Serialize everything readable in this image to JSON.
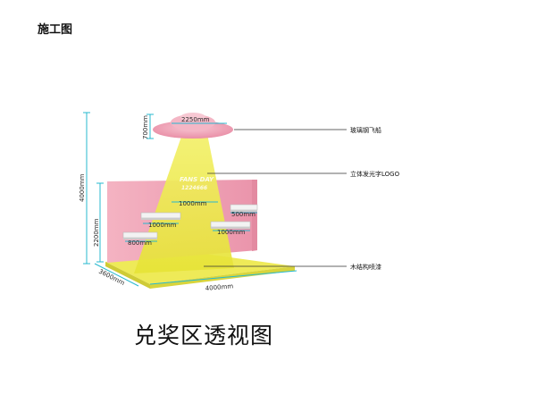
{
  "header": {
    "title": "施工图"
  },
  "caption": "兑奖区透视图",
  "logo_lines": [
    "FANS DAY",
    "1224666"
  ],
  "dimensions": {
    "total_height": "4000mm",
    "wall_height": "2200mm",
    "ufo_height": "700mm",
    "ufo_width": "2250mm",
    "depth": "3600mm",
    "width": "4000mm",
    "shelf_center": "1000mm",
    "shelf_left_top": "1000mm",
    "shelf_right_top": "500mm",
    "shelf_right_bottom": "1000mm",
    "shelf_left_bottom": "800mm"
  },
  "callouts": {
    "ufo": "玻璃钢飞船",
    "logo": "立体发光字LOGO",
    "structure": "木结构喷漆"
  },
  "colors": {
    "wall_pink": "#ee9fb4",
    "floor_yellow": "#eeea58",
    "beam_yellow": "#ecea3e",
    "ufo_pink": "#f2aabb",
    "dimension_cyan": "#27b8cf"
  }
}
